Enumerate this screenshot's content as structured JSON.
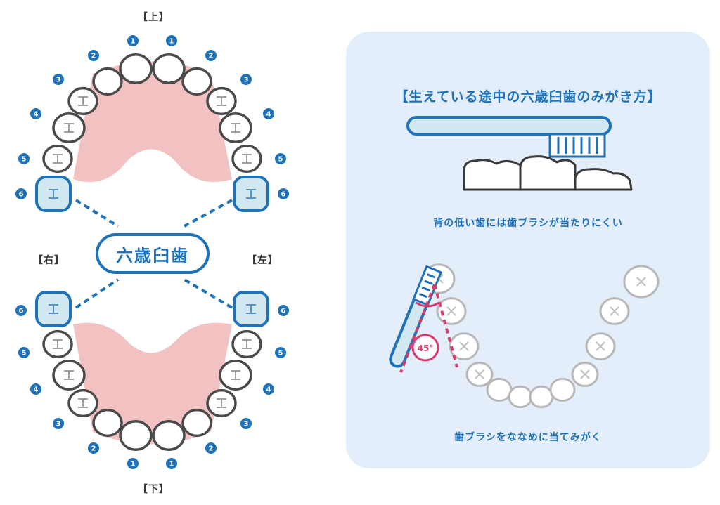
{
  "jaw": {
    "upper_label": "【上】",
    "lower_label": "【下】",
    "right_label": "【右】",
    "left_label": "【左】",
    "center_label": "六歳臼歯",
    "tooth_numbers": [
      "1",
      "2",
      "3",
      "4",
      "5",
      "6"
    ]
  },
  "panel": {
    "title": "【生えている途中の六歳臼歯のみがき方】",
    "caption_top": "背の低い歯には歯ブラシが当たりにくい",
    "caption_bottom": "歯ブラシをななめに当てみがく",
    "angle_label": "45°"
  },
  "colors": {
    "blue": "#1e72b8",
    "gum": "#f2c2c2",
    "molar_fill": "#d2e8f0",
    "tooth_outline": "#4a4a4a",
    "panel_bg": "#e3eefa",
    "pink_accent": "#d63c6e"
  },
  "icons": [
    "toothbrush-icon",
    "tooth-icon",
    "angle-marker-icon"
  ]
}
